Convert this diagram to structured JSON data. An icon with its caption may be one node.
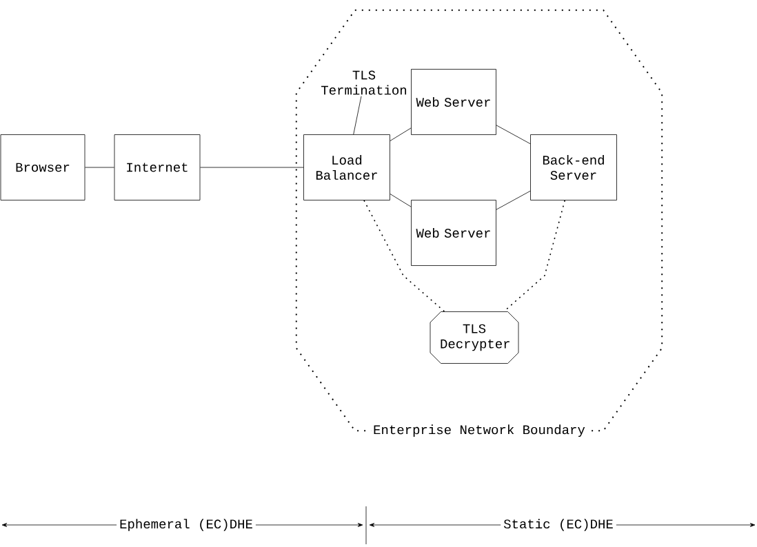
{
  "diagram": {
    "nodes": [
      {
        "text": [
          "Browser"
        ]
      },
      {
        "text": [
          "Internet"
        ]
      },
      {
        "text": [
          "Enterprise Network Boundary"
        ]
      },
      {
        "text": [
          "TLS Termination"
        ],
        "in": 2
      },
      {
        "text": [
          "Web Server"
        ],
        "in": 2
      },
      {
        "text": [
          "Load Balancer"
        ],
        "in": 2
      },
      {
        "text": [
          "Back-end Server"
        ],
        "in": 2
      },
      {
        "text": [
          "Web Server"
        ],
        "in": 2
      },
      {
        "text": [
          "TLS Decrypter"
        ],
        "in": 2
      }
    ],
    "edges": [
      {
        "from": 0,
        "to": 1,
        "arrow": "none"
      },
      {
        "from": 1,
        "to": 5,
        "arrow": "none"
      },
      {
        "from": 3,
        "to": 5,
        "arrow": "none"
      },
      {
        "from": 5,
        "to": 4,
        "arrow": "none"
      },
      {
        "from": 5,
        "to": 7,
        "arrow": "none"
      },
      {
        "from": 4,
        "to": 6,
        "arrow": "none"
      },
      {
        "from": 7,
        "to": 6,
        "arrow": "none"
      },
      {
        "from": 5,
        "to": 8,
        "arrow": "none",
        "style": "dashed"
      },
      {
        "from": 6,
        "to": 8,
        "arrow": "none",
        "style": "dashed"
      }
    ],
    "labels": [
      "Ephemeral (EC)DHE",
      "Static (EC)DHE"
    ]
  }
}
